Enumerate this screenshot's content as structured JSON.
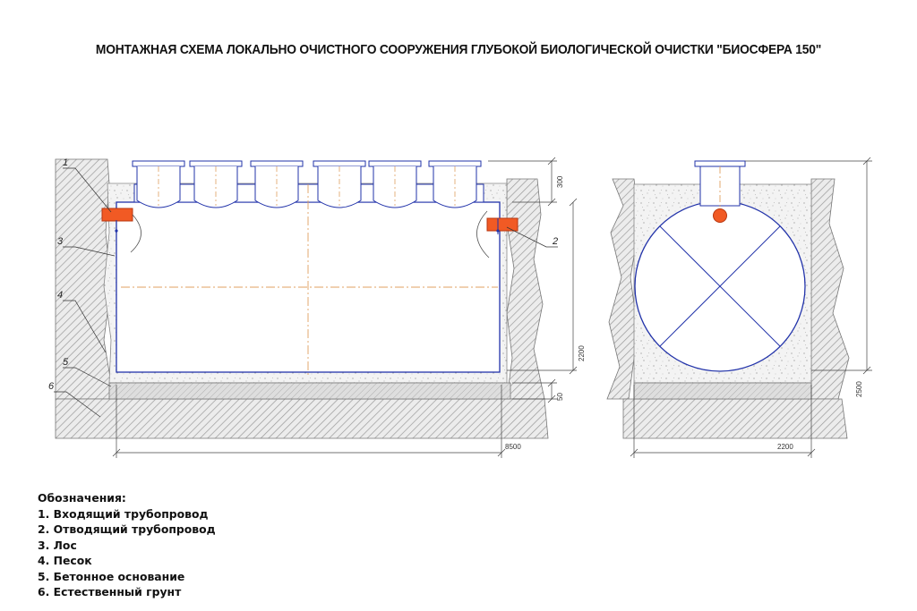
{
  "title": "МОНТАЖНАЯ СХЕМА ЛОКАЛЬНО ОЧИСТНОГО СООРУЖЕНИЯ ГЛУБОКОЙ БИОЛОГИЧЕСКОЙ ОЧИСТКИ \"БИОСФЕРА 150\"",
  "colors": {
    "tank_outline": "#2233aa",
    "pipe_marker": "#f15a24",
    "pipe_marker_stroke": "#b8360f",
    "axis_dash": "#e0a060",
    "ground_hatch": "#9a9a9a",
    "sand_fill": "#f1f1f1",
    "concrete_fill": "#dcdcdc"
  },
  "callouts": [
    "1",
    "2",
    "3",
    "4",
    "5",
    "6"
  ],
  "dimensions": {
    "wall_height_top": "300",
    "tank_height": "2200",
    "base_thickness": "50",
    "length_total": "8500",
    "width_total": "2200",
    "height_total": "2500"
  },
  "legend": {
    "heading": "Обозначения:",
    "items": [
      "1. Входящий трубопровод",
      "2. Отводящий трубопровод",
      "3. Лос",
      "4. Песок",
      "5. Бетонное основание",
      "6. Естественный грунт"
    ]
  }
}
